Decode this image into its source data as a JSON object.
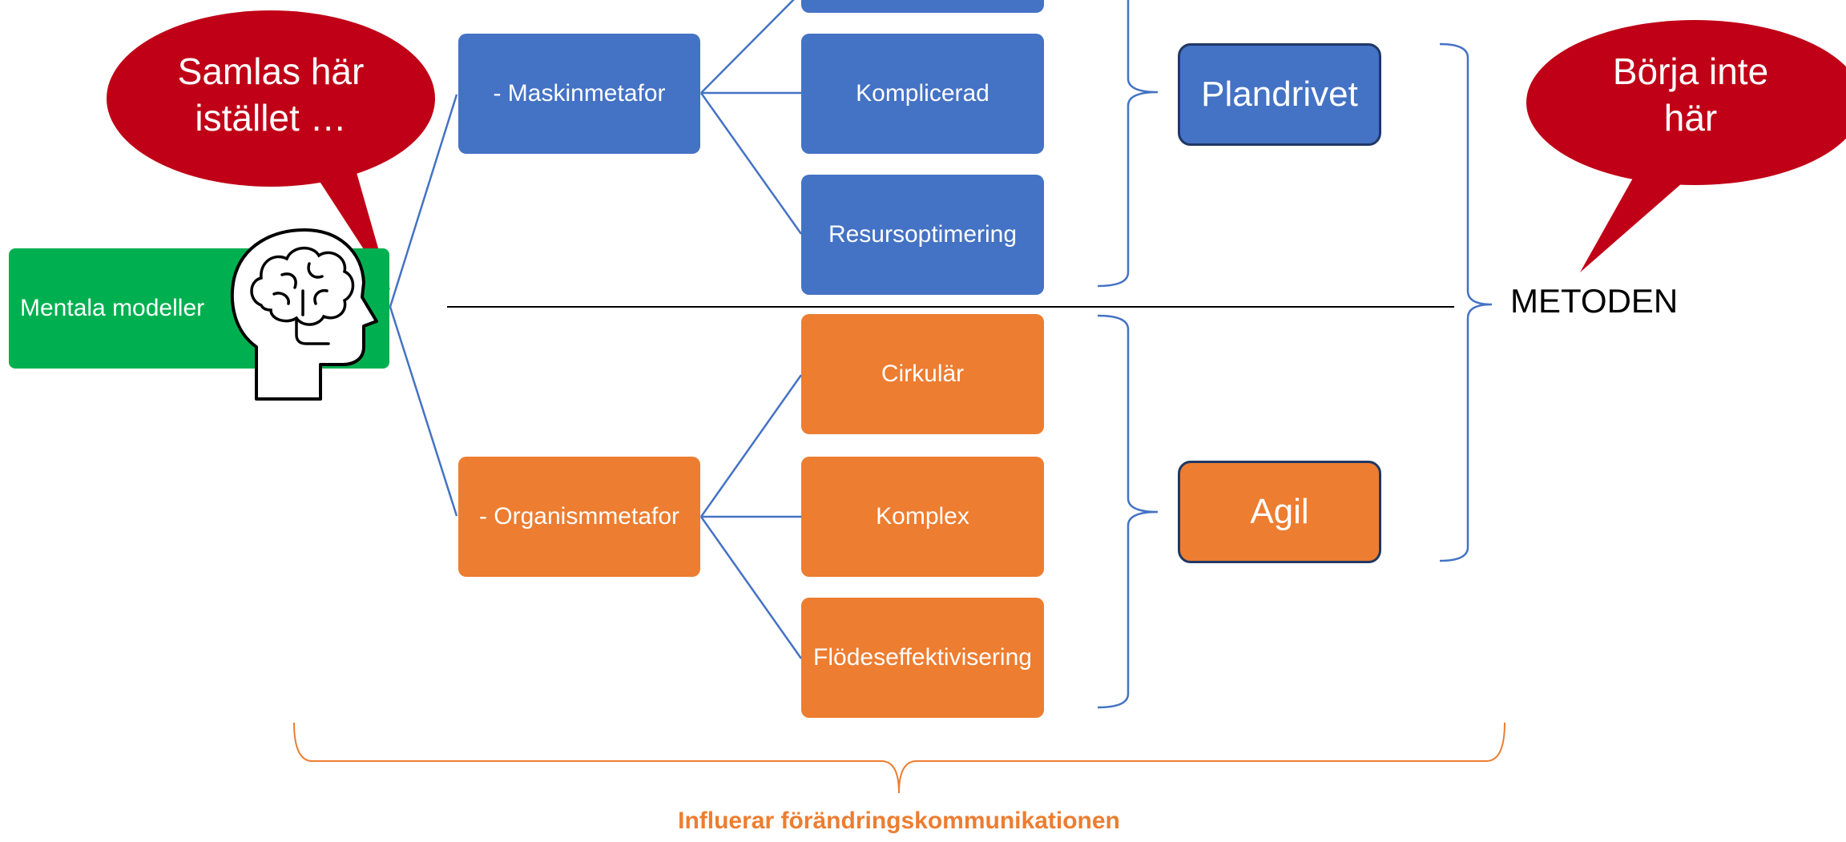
{
  "root": {
    "label": "Mentala modeller"
  },
  "metaphors": {
    "machine": "- Maskinmetafor",
    "organism": "- Organismmetafor"
  },
  "blue_items": [
    "",
    "Komplicerad",
    "Resursoptimering"
  ],
  "orange_items": [
    "Cirkulär",
    "Komplex",
    "Flödeseffektivisering"
  ],
  "results": {
    "planned": "Plandrivet",
    "agile": "Agil"
  },
  "method_label": "METODEN",
  "callouts": {
    "left_line1": "Samlas här",
    "left_line2": "istället …",
    "right_line1": "Börja inte",
    "right_line2": "här"
  },
  "footer": "Influerar förändringskommunikationen",
  "colors": {
    "blue": "#4472C4",
    "orange": "#ED7D31",
    "green": "#00B050",
    "callout_red": "#C00017",
    "result_border": "#1F3864"
  }
}
